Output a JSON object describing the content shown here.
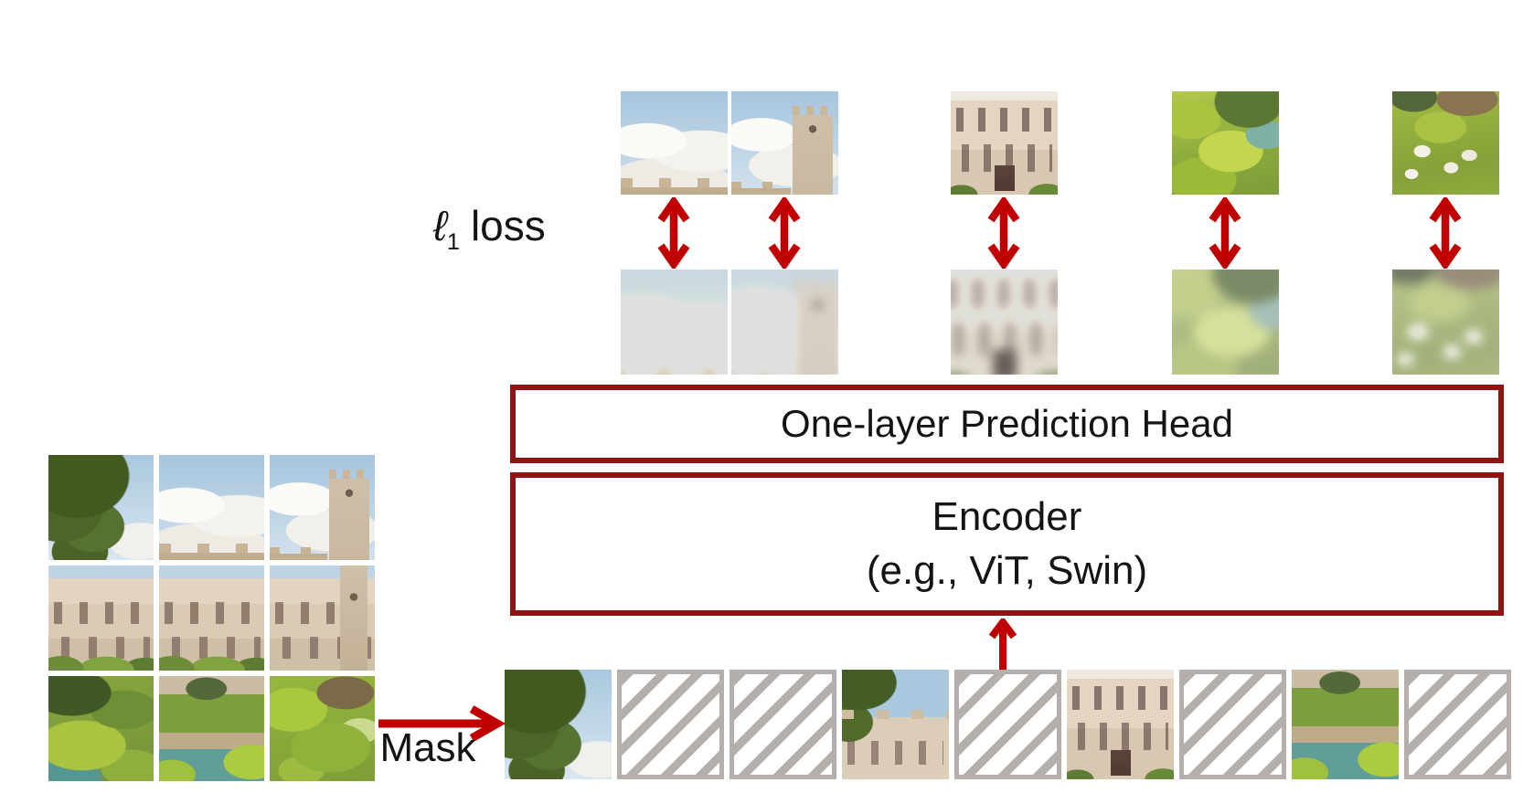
{
  "labels": {
    "loss_symbol": "ℓ",
    "loss_subscript": "1",
    "loss_word": "loss",
    "mask": "Mask",
    "prediction_head": "One-layer Prediction Head",
    "encoder_line1": "Encoder",
    "encoder_line2": "(e.g., ViT, Swin)"
  },
  "colors": {
    "arrow_red": "#c00000",
    "border_red": "#8e1313",
    "mask_gray": "#b4afac"
  },
  "patches": {
    "input_grid": [
      "tree-big",
      "sky-clouds",
      "tower-sky",
      "facade-l",
      "facade-m",
      "facade-t",
      "foliage-water",
      "lawn-water",
      "garden-green"
    ],
    "masked_sequence": [
      "tree-big",
      "masked",
      "masked",
      "castle-tree",
      "masked",
      "facade-door",
      "masked",
      "lawn-water",
      "masked"
    ],
    "targets": [
      "sky-parapet",
      "tower-sky",
      "facade-door",
      "foliage",
      "garden-flowers"
    ],
    "predictions": [
      "sky-parapet",
      "tower-sky",
      "facade-door",
      "foliage",
      "garden-flowers"
    ]
  }
}
